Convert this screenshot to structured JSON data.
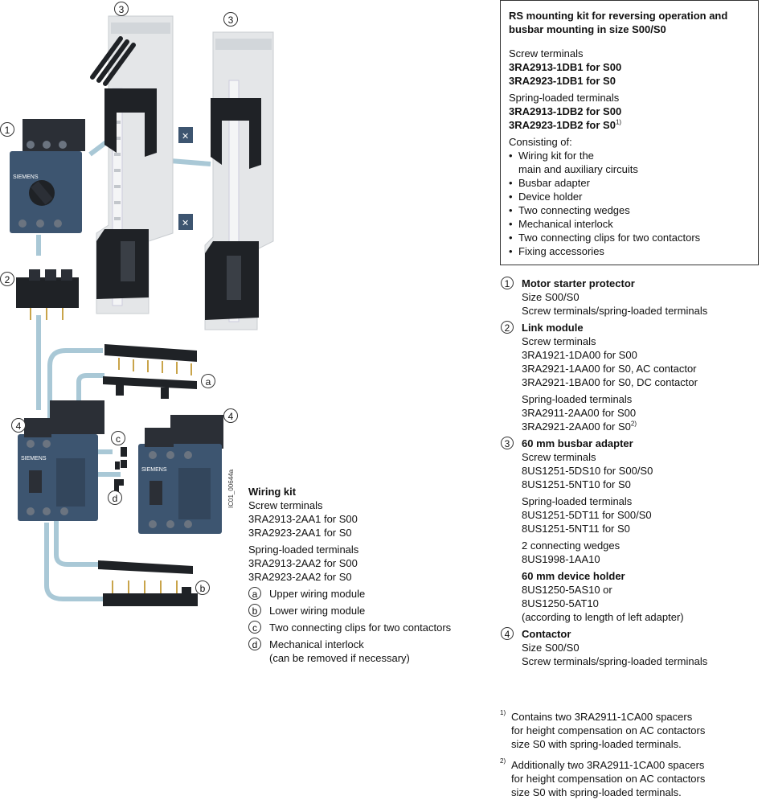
{
  "diagram": {
    "callouts": {
      "c1": "1",
      "c2": "2",
      "c3a": "3",
      "c3b": "3",
      "c4a": "4",
      "c4b": "4",
      "ca": "a",
      "cb": "b",
      "cc": "c",
      "cd": "d"
    },
    "image_code": "IC01_00644a",
    "brand_label": "SIEMENS",
    "colors": {
      "device_blue": "#3d5570",
      "device_dark": "#2b2f36",
      "adapter_gray": "#e4e6e8",
      "wire_blue": "#a9c8d6"
    }
  },
  "wiring_kit": {
    "title": "Wiring kit",
    "screw_label": "Screw terminals",
    "screw_1": "3RA2913-2AA1 for S00",
    "screw_2": "3RA2923-2AA1 for S0",
    "spring_label": "Spring-loaded terminals",
    "spring_1": "3RA2913-2AA2 for S00",
    "spring_2": "3RA2923-2AA2 for S0",
    "items": [
      {
        "key": "a",
        "text": "Upper wiring module"
      },
      {
        "key": "b",
        "text": "Lower wiring module"
      },
      {
        "key": "c",
        "text": "Two connecting clips for two contactors"
      },
      {
        "key": "d",
        "text": "Mechanical interlock",
        "text2": "(can be removed if necessary)"
      }
    ]
  },
  "kit_box": {
    "title1": "RS mounting kit for reversing operation and",
    "title2": "busbar mounting in size S00/S0",
    "screw_label": "Screw terminals",
    "screw_1": "3RA2913-1DB1 for S00",
    "screw_2": "3RA2923-1DB1 for S0",
    "spring_label": "Spring-loaded terminals",
    "spring_1": "3RA2913-1DB2 for S00",
    "spring_2": "3RA2923-1DB2 for S0",
    "spring_2_sup": "1)",
    "consisting": "Consisting of:",
    "bullets": [
      "Wiring kit for the",
      "Busbar adapter",
      "Device holder",
      "Two connecting wedges",
      "Mechanical interlock",
      "Two connecting clips for two contactors",
      "Fixing accessories"
    ],
    "bullet_0_line2": "main and auxiliary circuits"
  },
  "legend": {
    "i1": {
      "num": "1",
      "title": "Motor starter protector",
      "l1": "Size S00/S0",
      "l2": "Screw terminals/spring-loaded terminals"
    },
    "i2": {
      "num": "2",
      "title": "Link module",
      "s1": "Screw terminals",
      "s2": "3RA1921-1DA00 for S00",
      "s3": "3RA2921-1AA00 for S0, AC contactor",
      "s4": "3RA2921-1BA00 for S0, DC contactor",
      "p1": "Spring-loaded terminals",
      "p2": "3RA2911-2AA00 for S00",
      "p3": "3RA2921-2AA00 for S0",
      "p3_sup": "2)"
    },
    "i3": {
      "num": "3",
      "title": "60 mm busbar adapter",
      "s1": "Screw terminals",
      "s2": "8US1251-5DS10 for S00/S0",
      "s3": "8US1251-5NT10 for S0",
      "p1": "Spring-loaded terminals",
      "p2": "8US1251-5DT11 for S00/S0",
      "p3": "8US1251-5NT11 for S0",
      "w1": "2 connecting wedges",
      "w2": "8US1998-1AA10",
      "h_title": "60 mm device holder",
      "h1": "8US1250-5AS10 or",
      "h2": "8US1250-5AT10",
      "h3": "(according to length of left adapter)"
    },
    "i4": {
      "num": "4",
      "title": "Contactor",
      "l1": "Size S00/S0",
      "l2": "Screw terminals/spring-loaded terminals"
    }
  },
  "footnotes": {
    "f1_mark": "1)",
    "f1_l1": "Contains two 3RA2911-1CA00 spacers",
    "f1_l2": "for height compensation on AC contactors",
    "f1_l3": "size S0 with spring-loaded terminals.",
    "f2_mark": "2)",
    "f2_l1": "Additionally two 3RA2911-1CA00 spacers",
    "f2_l2": "for height compensation on AC contactors",
    "f2_l3": "size S0 with spring-loaded terminals."
  }
}
